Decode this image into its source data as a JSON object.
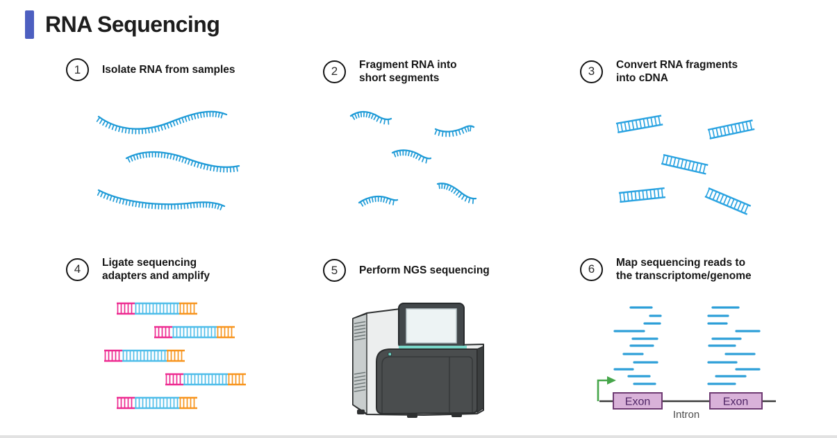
{
  "title": {
    "text": "RNA Sequencing"
  },
  "steps": [
    {
      "number": "1",
      "label_line1": "Isolate RNA from samples",
      "label_line2": "",
      "illustration": "rna-strands"
    },
    {
      "number": "2",
      "label_line1": "Fragment RNA into",
      "label_line2": "short segments",
      "illustration": "rna-fragments"
    },
    {
      "number": "3",
      "label_line1": "Convert RNA fragments",
      "label_line2": "into cDNA",
      "illustration": "cdna-fragments"
    },
    {
      "number": "4",
      "label_line1": "Ligate sequencing",
      "label_line2": "adapters and amplify",
      "illustration": "adapter-ligated-fragments"
    },
    {
      "number": "5",
      "label_line1": "Perform NGS sequencing",
      "label_line2": "",
      "illustration": "ngs-sequencer"
    },
    {
      "number": "6",
      "label_line1": "Map sequencing reads to",
      "label_line2": "the transcriptome/genome",
      "illustration": "read-mapping"
    }
  ],
  "mapping": {
    "exon_left": "Exon",
    "exon_right": "Exon",
    "intron": "Intron"
  },
  "colors": {
    "accent": "#4d5fc0",
    "rna_blue": "#1f9bd7",
    "cdna_blue": "#2aa3e1",
    "adapter_pink": "#ed2a90",
    "adapter_orange": "#f7941e",
    "insert_blue": "#4fbde9",
    "read_blue": "#2d9fd8",
    "exon_fill": "#d9b2d9",
    "exon_border": "#6e3a72",
    "exon_text": "#4f2566",
    "gene_line": "#3a3a3a",
    "tss_green": "#46a64a",
    "machine_teal": "#79d6c8"
  }
}
